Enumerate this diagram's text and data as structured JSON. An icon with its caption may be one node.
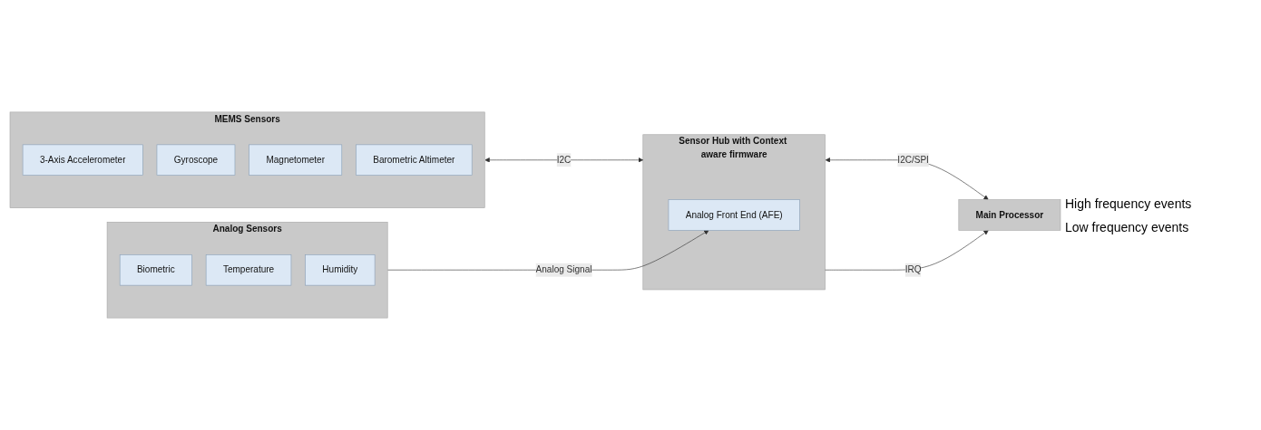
{
  "diagram": {
    "nodes": [
      {
        "text": [
          "MEMS Sensors"
        ]
      },
      {
        "text": [
          "3-Axis Accelerometer"
        ],
        "in": 0
      },
      {
        "text": [
          "Gyroscope"
        ],
        "in": 0
      },
      {
        "text": [
          "Magnetometer"
        ],
        "in": 0
      },
      {
        "text": [
          "Barometric Altimeter"
        ],
        "in": 0
      },
      {
        "text": [
          "Analog Sensors"
        ]
      },
      {
        "text": [
          "Biometric"
        ],
        "in": 5
      },
      {
        "text": [
          "Temperature"
        ],
        "in": 5
      },
      {
        "text": [
          "Humidity"
        ],
        "in": 5
      },
      {
        "text": [
          "Sensor Hub with Context aware firmware"
        ]
      },
      {
        "text": [
          "Analog Front End (AFE)"
        ],
        "in": 9
      },
      {
        "text": [
          "Main Processor"
        ]
      }
    ],
    "edges": [
      {
        "from": 0,
        "to": 9,
        "arrow": "both",
        "label": "I2C"
      },
      {
        "from": 9,
        "to": 11,
        "arrow": "both",
        "label": "I2C/SPI"
      },
      {
        "from": 5,
        "to": 10,
        "arrow": "to",
        "label": "Analog Signal"
      },
      {
        "from": 9,
        "to": 11,
        "arrow": "to",
        "label": "IRQ"
      }
    ],
    "labels": [
      "High frequency events",
      "Low frequency events"
    ]
  }
}
